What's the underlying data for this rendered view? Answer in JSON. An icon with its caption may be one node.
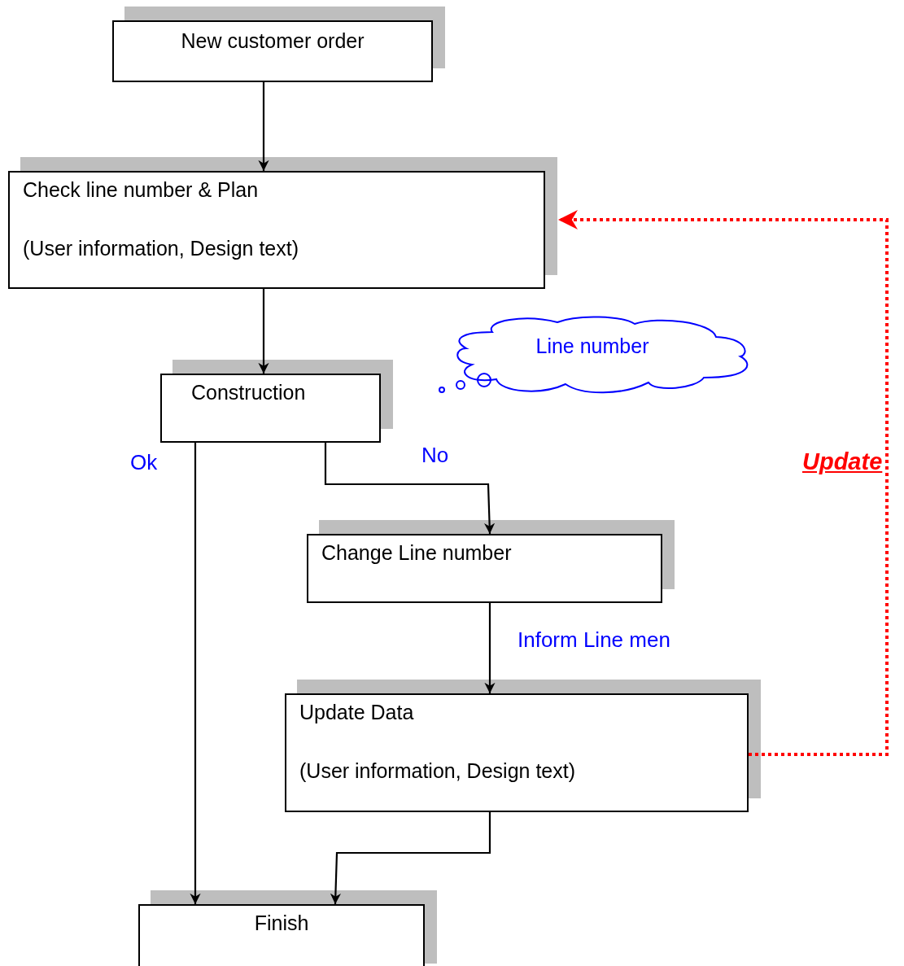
{
  "diagram": {
    "nodes": [
      {
        "text": [
          "New customer order"
        ]
      },
      {
        "text": [
          "Check line number & Plan",
          "(User information, Design text)"
        ]
      },
      {
        "text": [
          "Construction"
        ]
      },
      {
        "text": [
          "Change Line number"
        ]
      },
      {
        "text": [
          "Update Data",
          "(User information, Design text)"
        ]
      },
      {
        "text": [
          "Finish"
        ]
      },
      {
        "text": [
          "Line number"
        ]
      }
    ],
    "edges": [
      {
        "from": 0,
        "to": 1,
        "arrow": "to"
      },
      {
        "from": 1,
        "to": 2,
        "arrow": "to"
      },
      {
        "from": 2,
        "to": 5,
        "arrow": "to",
        "label": "Ok"
      },
      {
        "from": 2,
        "to": 3,
        "arrow": "to",
        "label": "No"
      },
      {
        "from": 3,
        "to": 4,
        "arrow": "to",
        "label": "Inform Line men"
      },
      {
        "from": 4,
        "to": 5,
        "arrow": "to"
      },
      {
        "from": 4,
        "to": 1,
        "arrow": "to",
        "label": "Update",
        "style": "dashed",
        "color": "#ff0000"
      }
    ]
  }
}
